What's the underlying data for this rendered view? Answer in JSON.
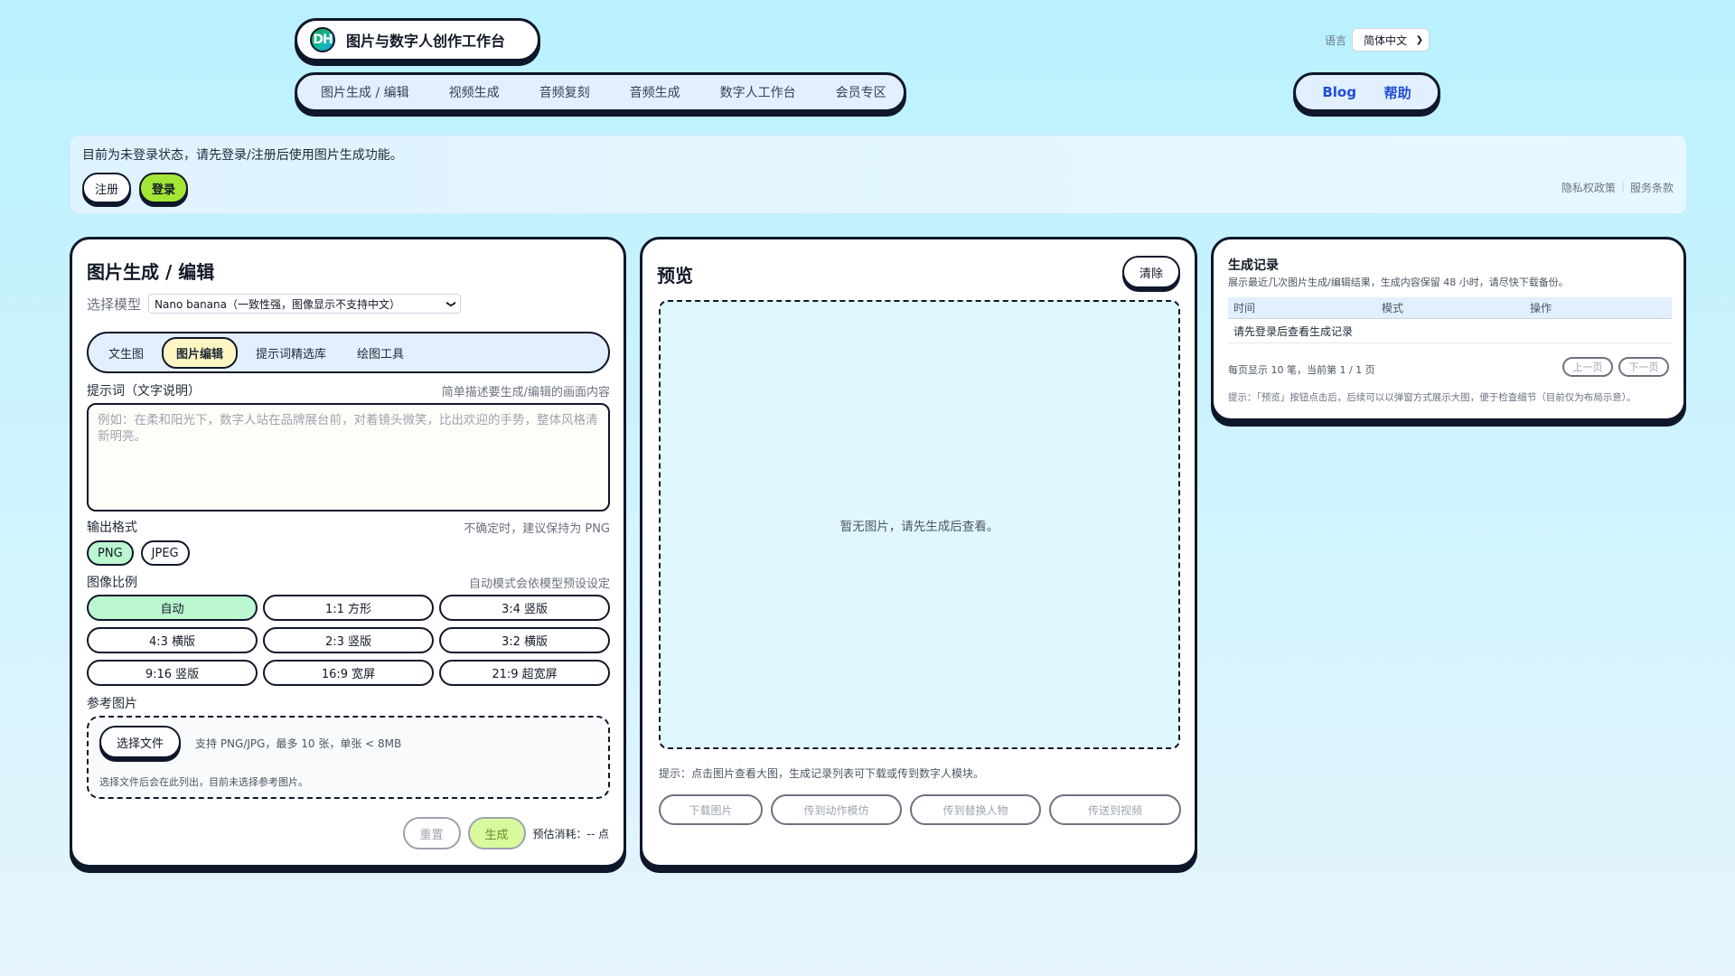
{
  "header": {
    "logo_text": "DH",
    "app_title": "图片与数字人创作工作台",
    "nav": [
      {
        "label": "图片生成 / 编辑"
      },
      {
        "label": "视频生成"
      },
      {
        "label": "音频复刻"
      },
      {
        "label": "音频生成"
      },
      {
        "label": "数字人工作台"
      },
      {
        "label": "会员专区"
      }
    ],
    "language_label": "语言",
    "language_value": "简体中文",
    "blog_label": "Blog",
    "help_label": "帮助"
  },
  "notice": {
    "message": "目前为未登录状态，请先登录/注册后使用图片生成功能。",
    "register_label": "注册",
    "login_label": "登录",
    "privacy_label": "隐私权政策",
    "separator": "|",
    "terms_label": "服务条款"
  },
  "editor": {
    "title": "图片生成 / 编辑",
    "model_label": "选择模型",
    "model_value": "Nano banana（一致性强，图像显示不支持中文）",
    "tabs": [
      {
        "label": "文生图",
        "active": false
      },
      {
        "label": "图片编辑",
        "active": true
      },
      {
        "label": "提示词精选库",
        "active": false
      },
      {
        "label": "绘图工具",
        "active": false
      }
    ],
    "prompt_label": "提示词（文字说明）",
    "prompt_hint": "简单描述要生成/编辑的画面内容",
    "prompt_placeholder": "例如：在柔和阳光下，数字人站在品牌展台前，对着镜头微笑，比出欢迎的手势，整体风格清新明亮。",
    "format_label": "输出格式",
    "format_hint": "不确定时，建议保持为 PNG",
    "formats": [
      {
        "label": "PNG",
        "active": true
      },
      {
        "label": "JPEG",
        "active": false
      }
    ],
    "ratio_label": "图像比例",
    "ratio_hint": "自动模式会依模型预设设定",
    "ratios": [
      {
        "label": "自动",
        "active": true
      },
      {
        "label": "1:1 方形",
        "active": false
      },
      {
        "label": "3:4 竖版",
        "active": false
      },
      {
        "label": "4:3 横版",
        "active": false
      },
      {
        "label": "2:3 竖版",
        "active": false
      },
      {
        "label": "3:2 横版",
        "active": false
      },
      {
        "label": "9:16 竖版",
        "active": false
      },
      {
        "label": "16:9 宽屏",
        "active": false
      },
      {
        "label": "21:9 超宽屏",
        "active": false
      }
    ],
    "ref_label": "参考图片",
    "choose_file_label": "选择文件",
    "file_hint": "支持 PNG/JPG，最多 10 张，单张 < 8MB",
    "file_status": "选择文件后会在此列出，目前未选择参考图片。",
    "reset_label": "重置",
    "generate_label": "生成",
    "cost_text": "预估消耗：-- 点"
  },
  "preview": {
    "title": "预览",
    "clear_label": "清除",
    "empty_text": "暂无图片，请先生成后查看。",
    "tip": "提示：点击图片查看大图，生成记录列表可下载或传到数字人模块。",
    "actions": [
      {
        "label": "下载图片"
      },
      {
        "label": "传到动作模仿"
      },
      {
        "label": "传到替换人物"
      },
      {
        "label": "传送到视频"
      }
    ]
  },
  "history": {
    "title": "生成记录",
    "description": "展示最近几次图片生成/编辑结果，生成内容保留 48 小时，请尽快下载备份。",
    "columns": [
      "时间",
      "模式",
      "操作"
    ],
    "empty_text": "请先登录后查看生成记录",
    "pager_text": "每页显示 10 笔，当前第 1 / 1 页",
    "prev_label": "上一页",
    "next_label": "下一页",
    "tip": "提示：「预览」按钮点击后，后续可以以弹窗方式展示大图，便于检查细节（目前仅为布局示意）。"
  }
}
